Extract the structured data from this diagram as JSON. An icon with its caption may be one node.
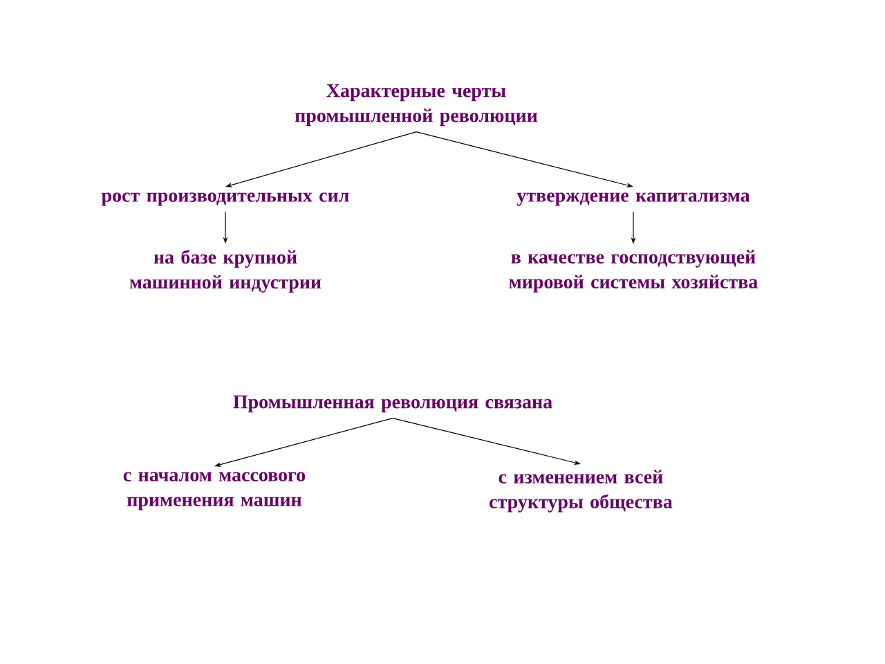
{
  "diagram": {
    "nodes": [
      {
        "text": [
          "Характерные черты промышленной революции"
        ]
      },
      {
        "text": [
          "рост производительных сил"
        ]
      },
      {
        "text": [
          "утверждение капитализма"
        ]
      },
      {
        "text": [
          "на базе крупной машинной индустрии"
        ]
      },
      {
        "text": [
          "в качестве господствующей мировой системы хозяйства"
        ]
      },
      {
        "text": [
          "Промышленная революция связана"
        ]
      },
      {
        "text": [
          "с началом массового применения машин"
        ]
      },
      {
        "text": [
          "с изменением всей структуры общества"
        ]
      }
    ],
    "edges": [
      {
        "from": 0,
        "to": 1,
        "arrow": "to"
      },
      {
        "from": 0,
        "to": 2,
        "arrow": "to"
      },
      {
        "from": 1,
        "to": 3,
        "arrow": "to"
      },
      {
        "from": 2,
        "to": 4,
        "arrow": "to"
      },
      {
        "from": 5,
        "to": 6,
        "arrow": "to"
      },
      {
        "from": 5,
        "to": 7,
        "arrow": "to"
      }
    ]
  }
}
